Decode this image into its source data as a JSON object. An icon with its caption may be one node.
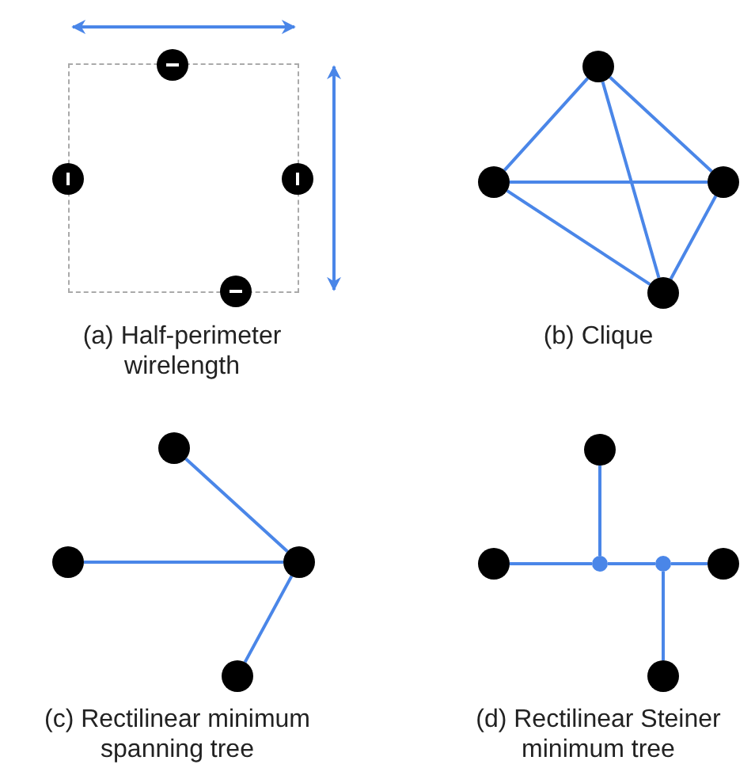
{
  "diagram": {
    "nodes": [
      {
        "text": [],
        "shape": "box"
      },
      {
        "text": [],
        "shape": "circle"
      },
      {
        "text": [],
        "shape": "circle"
      },
      {
        "text": [],
        "shape": "circle"
      },
      {
        "text": [],
        "shape": "circle"
      },
      {
        "text": [],
        "shape": "circle"
      },
      {
        "text": [],
        "shape": "circle"
      },
      {
        "text": [],
        "shape": "circle"
      },
      {
        "text": [],
        "shape": "circle"
      },
      {
        "text": [],
        "shape": "circle"
      },
      {
        "text": [],
        "shape": "circle"
      },
      {
        "text": [],
        "shape": "circle"
      },
      {
        "text": [],
        "shape": "circle"
      },
      {
        "text": [],
        "shape": "circle"
      },
      {
        "text": [],
        "shape": "circle"
      },
      {
        "text": [],
        "shape": "circle"
      },
      {
        "text": [],
        "shape": "circle"
      },
      {
        "text": [],
        "shape": "circle"
      },
      {
        "text": [],
        "shape": "circle"
      }
    ],
    "edges": [
      {
        "from": 5,
        "to": 6,
        "arrow": "none"
      },
      {
        "from": 5,
        "to": 7,
        "arrow": "none"
      },
      {
        "from": 5,
        "to": 8,
        "arrow": "none"
      },
      {
        "from": 6,
        "to": 7,
        "arrow": "none"
      },
      {
        "from": 6,
        "to": 8,
        "arrow": "none"
      },
      {
        "from": 7,
        "to": 8,
        "arrow": "none"
      },
      {
        "from": 9,
        "to": 11,
        "arrow": "none"
      },
      {
        "from": 10,
        "to": 11,
        "arrow": "none"
      },
      {
        "from": 11,
        "to": 12,
        "arrow": "none"
      },
      {
        "from": 13,
        "to": 15,
        "arrow": "none"
      },
      {
        "from": 14,
        "to": 15,
        "arrow": "none"
      },
      {
        "from": 15,
        "to": 16,
        "arrow": "none"
      },
      {
        "from": 16,
        "to": 17,
        "arrow": "none"
      },
      {
        "from": 16,
        "to": 18,
        "arrow": "none"
      }
    ],
    "labels": [
      "(a) Half-perimeter wirelength",
      "(b) Clique",
      "(c) Rectilinear minimum spanning tree",
      "(d) Rectilinear Steiner minimum tree"
    ]
  }
}
